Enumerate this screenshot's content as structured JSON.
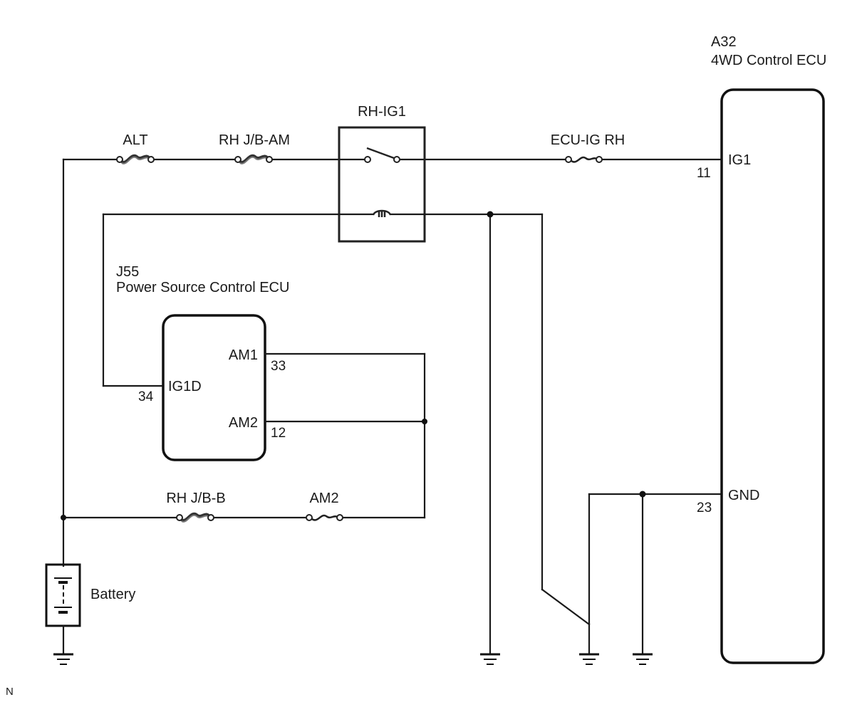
{
  "components": {
    "ecu_4wd": {
      "code": "A32",
      "name": "4WD Control ECU",
      "pins": [
        {
          "label": "IG1",
          "number": "11"
        },
        {
          "label": "GND",
          "number": "23"
        }
      ]
    },
    "ecu_power": {
      "code": "J55",
      "name": "Power Source Control ECU",
      "pins": [
        {
          "label": "AM1",
          "number": "33"
        },
        {
          "label": "IG1D",
          "number": "34"
        },
        {
          "label": "AM2",
          "number": "12"
        }
      ]
    },
    "relay": {
      "name": "RH-IG1"
    },
    "battery": {
      "name": "Battery"
    }
  },
  "fuses": {
    "alt": "ALT",
    "rh_jb_am": "RH J/B-AM",
    "ecu_ig_rh": "ECU-IG RH",
    "rh_jb_b": "RH J/B-B",
    "am2": "AM2"
  },
  "footer": {
    "mark": "N"
  }
}
